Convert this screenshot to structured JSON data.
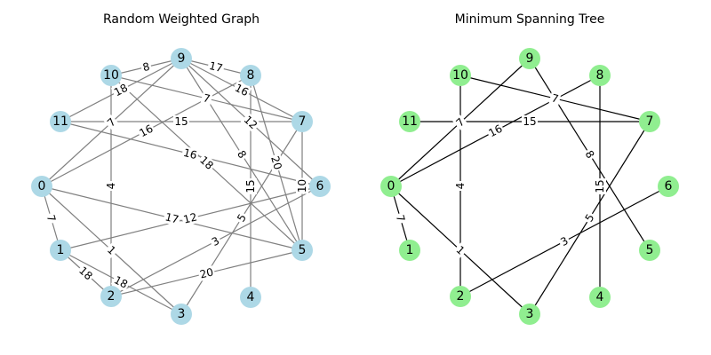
{
  "figure": {
    "panels": [
      {
        "id": "left",
        "title": "Random Weighted Graph",
        "node_color": "#add8e6",
        "edge_color": "#808080",
        "nodes": [
          "0",
          "1",
          "2",
          "3",
          "4",
          "5",
          "6",
          "7",
          "8",
          "9",
          "10",
          "11"
        ],
        "edges": [
          {
            "u": 0,
            "v": 1,
            "w": "7"
          },
          {
            "u": 0,
            "v": 3,
            "w": "1"
          },
          {
            "u": 0,
            "v": 9,
            "w": "7"
          },
          {
            "u": 0,
            "v": 8,
            "w": "16"
          },
          {
            "u": 0,
            "v": 5,
            "w": "17"
          },
          {
            "u": 1,
            "v": 2,
            "w": "18"
          },
          {
            "u": 1,
            "v": 3,
            "w": "18"
          },
          {
            "u": 1,
            "v": 6,
            "w": "12"
          },
          {
            "u": 2,
            "v": 10,
            "w": "4"
          },
          {
            "u": 2,
            "v": 6,
            "w": "3"
          },
          {
            "u": 2,
            "v": 5,
            "w": "20"
          },
          {
            "u": 3,
            "v": 7,
            "w": "5"
          },
          {
            "u": 4,
            "v": 8,
            "w": "15"
          },
          {
            "u": 5,
            "v": 9,
            "w": "8"
          },
          {
            "u": 5,
            "v": 10,
            "w": "18"
          },
          {
            "u": 5,
            "v": 8,
            "w": "20"
          },
          {
            "u": 5,
            "v": 7,
            "w": "10"
          },
          {
            "u": 6,
            "v": 9,
            "w": "12"
          },
          {
            "u": 6,
            "v": 11,
            "w": "16"
          },
          {
            "u": 7,
            "v": 11,
            "w": "15"
          },
          {
            "u": 7,
            "v": 10,
            "w": "7"
          },
          {
            "u": 7,
            "v": 9,
            "w": "16"
          },
          {
            "u": 8,
            "v": 9,
            "w": "17"
          },
          {
            "u": 9,
            "v": 10,
            "w": "8"
          },
          {
            "u": 9,
            "v": 11,
            "w": "18"
          }
        ]
      },
      {
        "id": "right",
        "title": "Minimum Spanning Tree",
        "node_color": "#90ee90",
        "edge_color": "#000000",
        "nodes": [
          "0",
          "1",
          "2",
          "3",
          "4",
          "5",
          "6",
          "7",
          "8",
          "9",
          "10",
          "11"
        ],
        "edges": [
          {
            "u": 0,
            "v": 1,
            "w": "7"
          },
          {
            "u": 0,
            "v": 3,
            "w": "1"
          },
          {
            "u": 0,
            "v": 9,
            "w": "7"
          },
          {
            "u": 0,
            "v": 8,
            "w": "16"
          },
          {
            "u": 2,
            "v": 10,
            "w": "4"
          },
          {
            "u": 2,
            "v": 6,
            "w": "3"
          },
          {
            "u": 3,
            "v": 7,
            "w": "5"
          },
          {
            "u": 4,
            "v": 8,
            "w": "15"
          },
          {
            "u": 5,
            "v": 9,
            "w": "8"
          },
          {
            "u": 7,
            "v": 11,
            "w": "15"
          },
          {
            "u": 7,
            "v": 10,
            "w": "7"
          }
        ]
      }
    ]
  }
}
